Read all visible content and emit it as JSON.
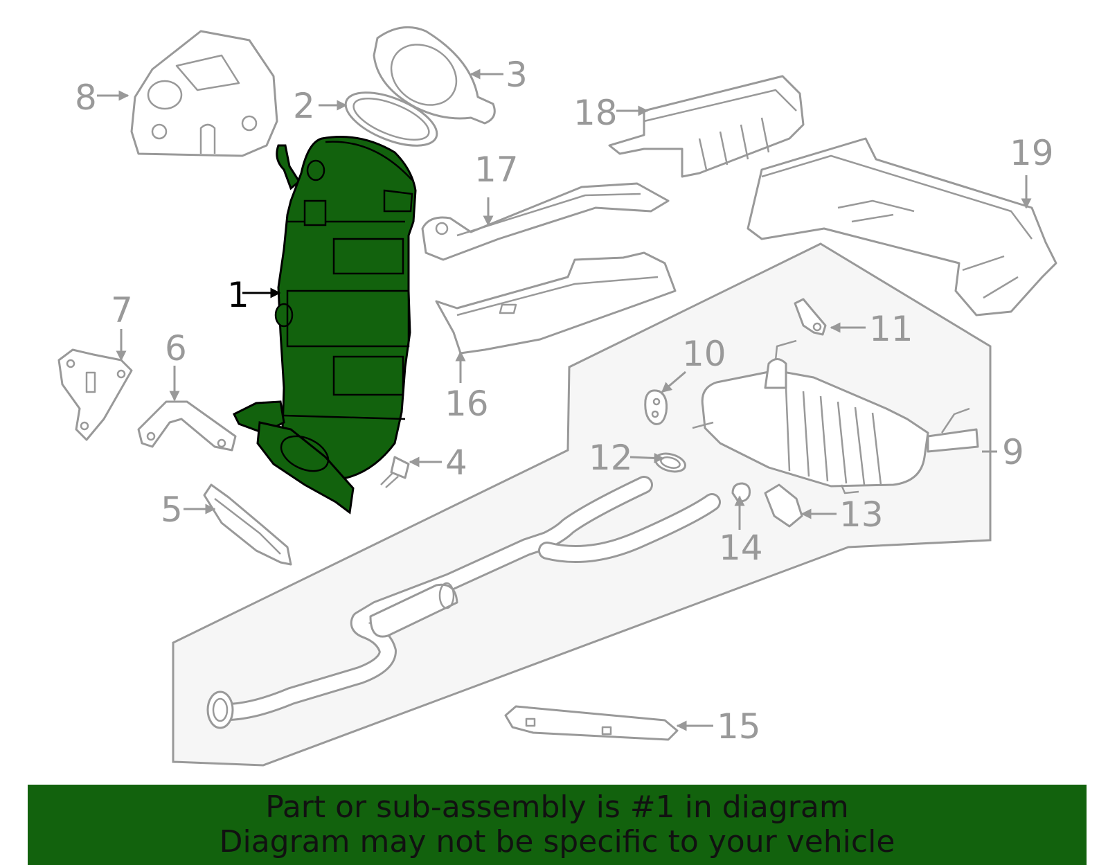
{
  "highlight_color": "#12620d",
  "callouts": {
    "c1": "1",
    "c2": "2",
    "c3": "3",
    "c4": "4",
    "c5": "5",
    "c6": "6",
    "c7": "7",
    "c8": "8",
    "c9": "9",
    "c10": "10",
    "c11": "11",
    "c12": "12",
    "c13": "13",
    "c14": "14",
    "c15": "15",
    "c16": "16",
    "c17": "17",
    "c18": "18",
    "c19": "19"
  },
  "banner": {
    "line1": "Part or sub-assembly is #1 in diagram",
    "line2": "Diagram may not be specific to your vehicle"
  }
}
